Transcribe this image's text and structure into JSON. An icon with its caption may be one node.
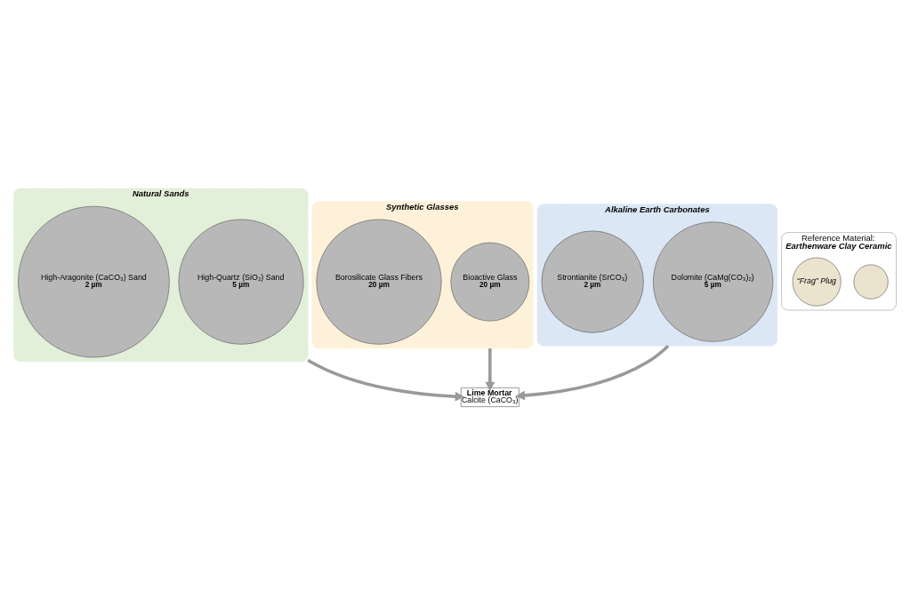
{
  "diagram": {
    "nodes": [
      {
        "text": [
          "Natural Sands"
        ]
      },
      {
        "text": [
          "High-Quartz (SiO₂) Sand",
          "5 µm"
        ],
        "in": 0
      },
      {
        "text": [
          "High-Aragonite (CaCO₃) Sand",
          "2 µm"
        ],
        "in": 0
      },
      {
        "text": [
          "Synthetic Glasses"
        ]
      },
      {
        "text": [
          "Bioactive Glass",
          "20 µm"
        ],
        "in": 3
      },
      {
        "text": [
          "Borosilicate Glass Fibers",
          "20 µm"
        ],
        "in": 3
      },
      {
        "text": [
          "Alkaline Earth Carbonates"
        ]
      },
      {
        "text": [
          "Dolomite (CaMg(CO₃)₂)",
          "5 µm"
        ],
        "in": 6
      },
      {
        "text": [
          "Strontianite (SrCO₃)",
          "2 µm"
        ],
        "in": 6
      },
      {
        "text": [
          "Lime Mortar",
          "Calcite (CaCO₃)"
        ]
      },
      {
        "text": [
          "Reference Material:",
          "Earthenware Clay Ceramic"
        ]
      },
      {
        "text": [],
        "shape": "circle",
        "in": 10
      },
      {
        "text": [
          "“Frag” Plug"
        ],
        "in": 10
      }
    ],
    "edges": [
      {
        "from": 0,
        "to": 9,
        "arrow": "to"
      },
      {
        "from": 6,
        "to": 9,
        "arrow": "to"
      },
      {
        "from": 3,
        "to": 9,
        "arrow": "to"
      }
    ]
  }
}
